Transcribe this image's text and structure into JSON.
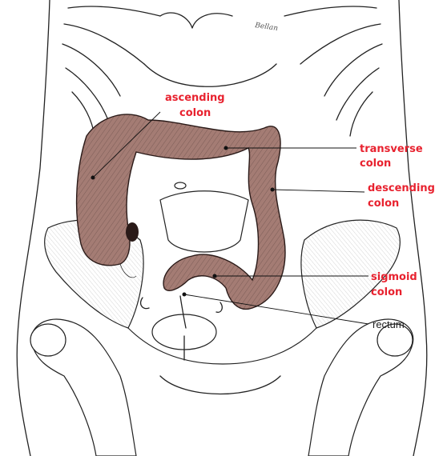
{
  "colors": {
    "label_red": "#e8222f",
    "colon_fill": "#a47c74",
    "ink": "#222222"
  },
  "labels": {
    "ascending": [
      "ascending",
      "colon"
    ],
    "transverse": [
      "transverse",
      "colon"
    ],
    "descending": [
      "descending",
      "colon"
    ],
    "sigmoid": [
      "sigmoid",
      "colon"
    ],
    "rectum": "rectum"
  },
  "signature": "Bellan"
}
